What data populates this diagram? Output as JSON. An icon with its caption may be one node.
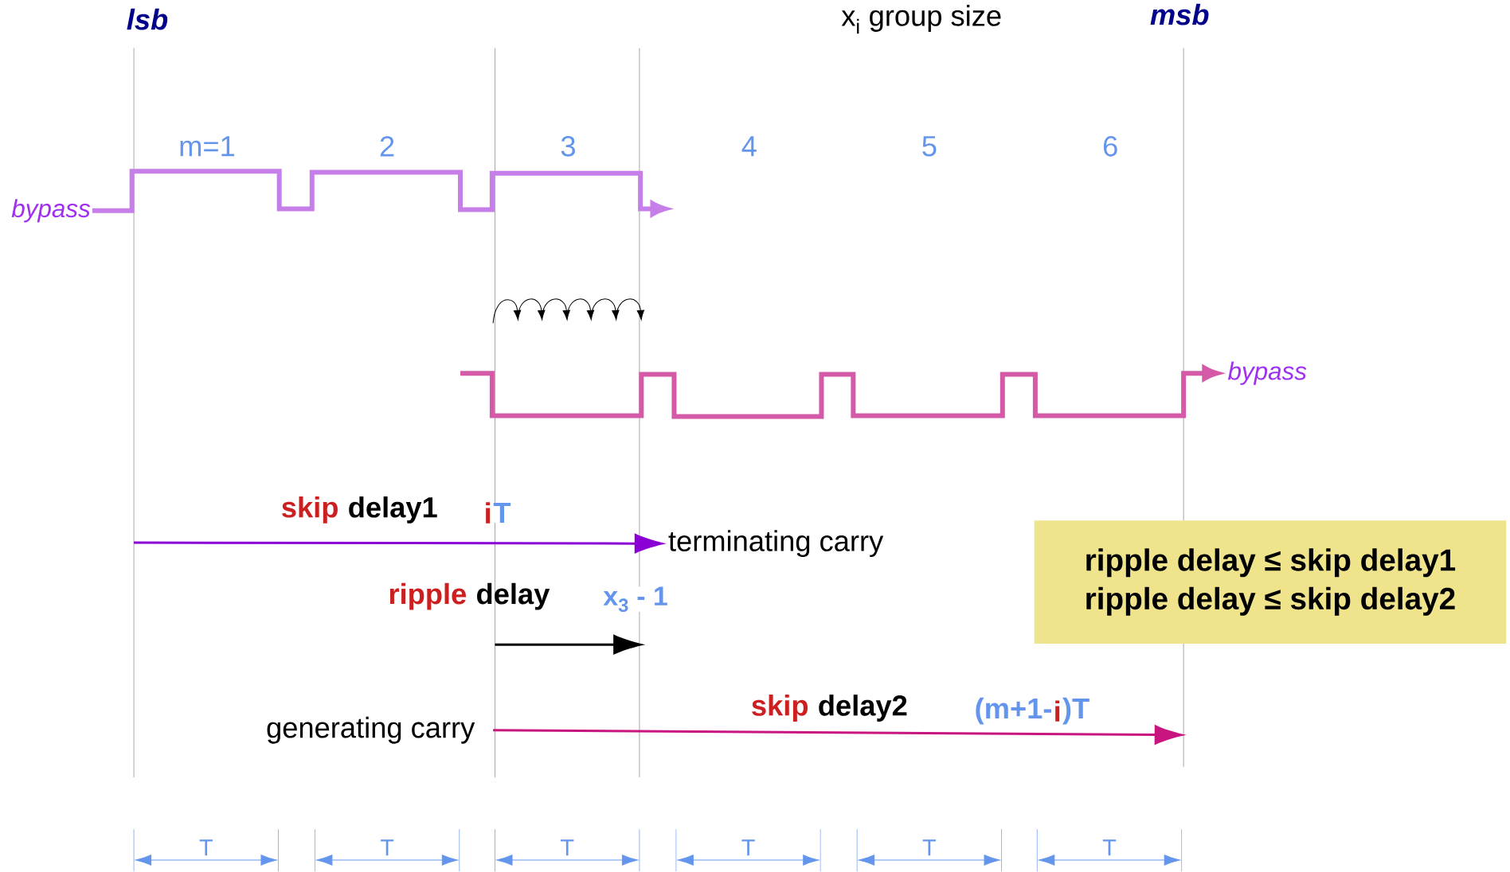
{
  "diagram": {
    "title": "x$_{i}$ group size",
    "nodes": [
      {
        "text": [
          "bypass"
        ]
      },
      {
        "text": [
          "bypass"
        ]
      },
      {
        "text": [
          "terminating carry"
        ]
      },
      {
        "text": [
          "generating carry"
        ]
      },
      {
        "text": [
          "ripple delay ≤ skip delay1",
          "ripple delay ≤ skip delay2"
        ]
      }
    ],
    "edges": [
      {
        "from": 0,
        "to": null,
        "arrow": "to",
        "style": "thick",
        "color": "#c67ee8"
      },
      {
        "from": null,
        "to": 1,
        "arrow": "to",
        "style": "thick",
        "color": "#d45aa8"
      },
      {
        "from": null,
        "to": 2,
        "arrow": "to",
        "color": "#8a00d4"
      },
      {
        "from": 3,
        "to": null,
        "arrow": "to",
        "color": "#c8157f"
      }
    ],
    "labels": [
      "lsb",
      "msb",
      "m=1",
      "2",
      "3",
      "4",
      "5",
      "6",
      "skip",
      "delay1",
      "i",
      "T",
      "ripple",
      "delay",
      "x$_{3}$ - 1",
      "skip",
      "delay2",
      "(m+1-",
      "i",
      ")T",
      "T",
      "T",
      "T",
      "T",
      "T",
      "T"
    ]
  }
}
